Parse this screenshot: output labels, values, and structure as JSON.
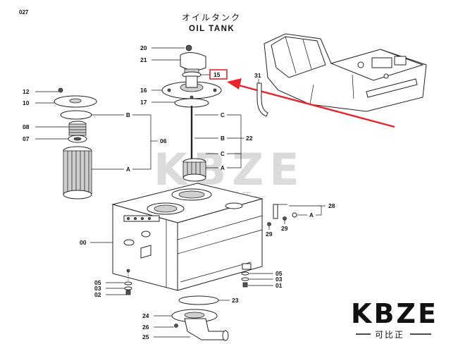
{
  "page_number": "027",
  "title_jp": "オイルタンク",
  "title_en": "OIL TANK",
  "highlighted_part": "15",
  "watermark_text": "KBZE",
  "watermark_sub": "可比正",
  "logo_text": "KBZE",
  "logo_sub": "可比正",
  "callouts": {
    "p20": "20",
    "p21": "21",
    "p15": "15",
    "p31": "31",
    "p16": "16",
    "p17": "17",
    "p12": "12",
    "p10": "10",
    "p08": "08",
    "p07": "07",
    "p06": "06",
    "p22": "22",
    "p00": "00",
    "p28": "28",
    "p29a": "29",
    "p29b": "29",
    "p05a": "05",
    "p03a": "03",
    "p02": "02",
    "p05b": "05",
    "p03b": "03",
    "p01": "01",
    "p23": "23",
    "p24": "24",
    "p26": "26",
    "p25": "25"
  },
  "letters": {
    "b1": "B",
    "a1": "A",
    "c1": "C",
    "b2": "B",
    "c2": "C",
    "a2": "A",
    "a3": "A"
  },
  "colors": {
    "highlight": "#e8242a",
    "line": "#111111"
  }
}
